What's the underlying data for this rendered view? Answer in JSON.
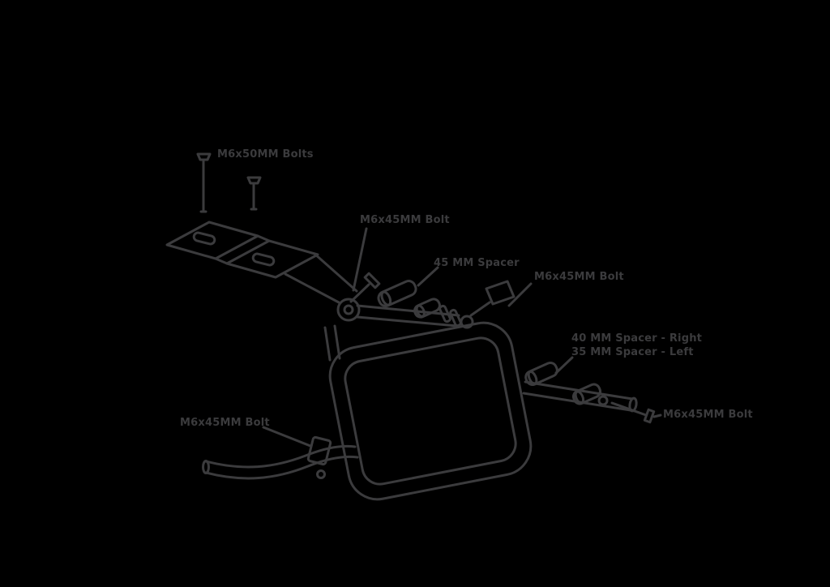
{
  "colors": {
    "background": "#000000",
    "line": "#3b3b3d",
    "text": "#3b3b3d"
  },
  "labels": {
    "top_bolts": "M6x50MM Bolts",
    "mid_bolt": "M6x45MM Bolt",
    "spacer_45": "45 MM Spacer",
    "right_bolt": "M6x45MM Bolt",
    "spacer_right": "40 MM Spacer - Right",
    "spacer_left": "35 MM Spacer - Left",
    "bottom_right_bolt": "M6x45MM Bolt",
    "bottom_left_bolt": "M6x45MM Bolt"
  }
}
